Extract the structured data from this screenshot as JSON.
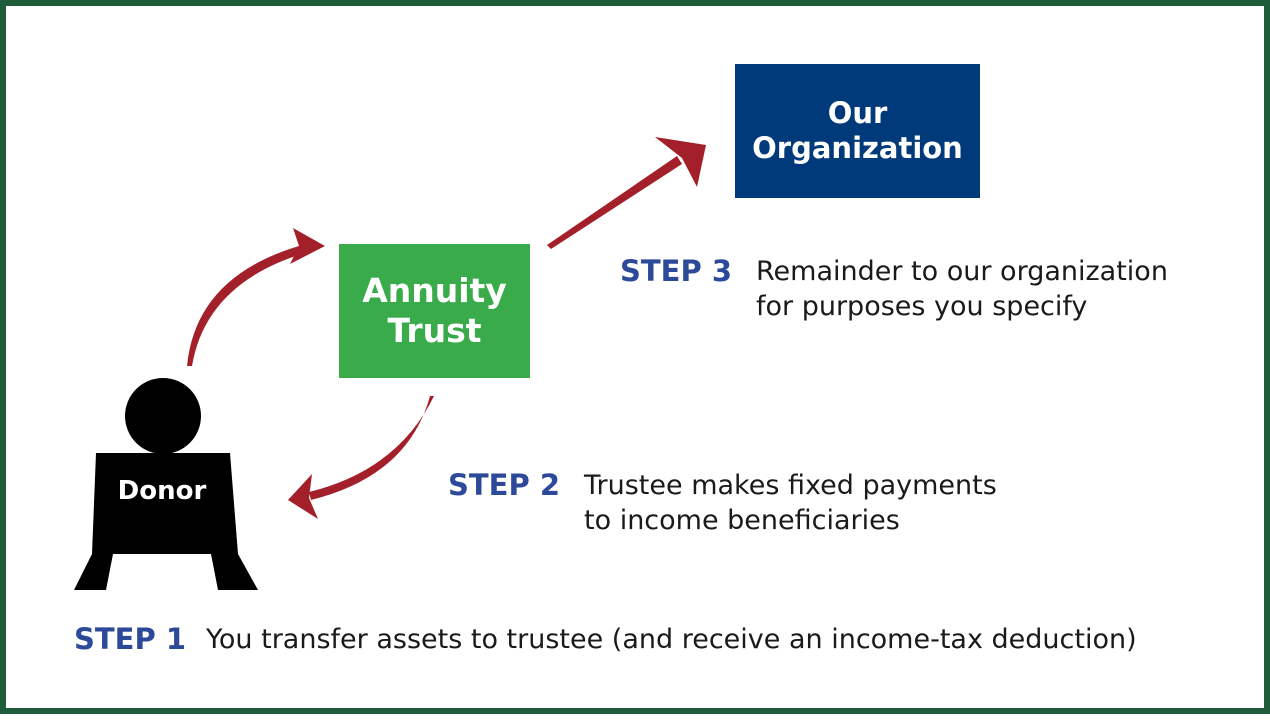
{
  "colors": {
    "border": "#1f5c3a",
    "organization_box": "#003a7a",
    "trust_box": "#3aab4a",
    "arrow": "#a3202a",
    "step_label": "#2d4a9a",
    "donor": "#000000"
  },
  "organization": {
    "lines": [
      "Our",
      "Organization"
    ]
  },
  "trust": {
    "lines": [
      "Annuity",
      "Trust"
    ]
  },
  "donor": {
    "label": "Donor"
  },
  "steps": [
    {
      "label": "STEP 1",
      "lines": [
        "You transfer assets to trustee (and receive an income-tax deduction)"
      ]
    },
    {
      "label": "STEP 2",
      "lines": [
        "Trustee makes fixed payments",
        "to income beneficiaries"
      ]
    },
    {
      "label": "STEP 3",
      "lines": [
        "Remainder to our organization",
        "for purposes you specify"
      ]
    }
  ]
}
